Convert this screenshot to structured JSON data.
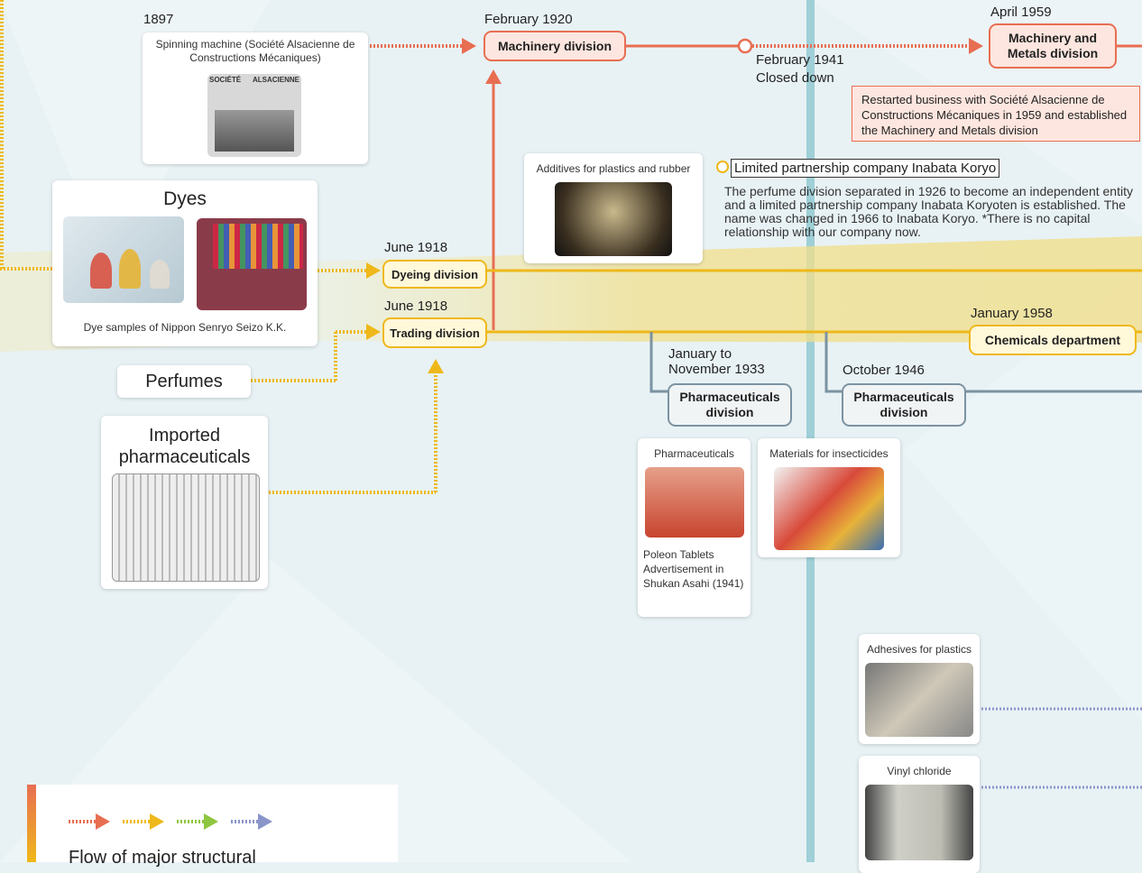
{
  "entries": {
    "spinning": {
      "year": "1897",
      "caption": "Spinning machine (Société Alsacienne de Constructions Mécaniques)",
      "logo_left": "SOCIÉTÉ",
      "logo_right": "ALSACIENNE"
    },
    "machinery_1920": {
      "date": "February 1920",
      "label": "Machinery division"
    },
    "closed_1941": {
      "date": "February 1941",
      "note": "Closed down"
    },
    "machinery_1959": {
      "date": "April 1959",
      "label": "Machinery and Metals division",
      "note": "Restarted business with Société Alsacienne de Constructions Mécaniques in 1959 and established the Machinery and Metals division"
    },
    "additives": {
      "caption": "Additives for plastics and rubber"
    },
    "koryo": {
      "title": "Limited partnership company Inabata Koryo",
      "text": "The perfume division separated in 1926 to become an independent entity and a limited partnership company Inabata Koryoten is established. The name was changed in 1966 to Inabata Koryo. *There is no capital relationship with our company now."
    },
    "dyes": {
      "title": "Dyes",
      "caption": "Dye samples of Nippon Senryo Seizo K.K."
    },
    "dyeing_1918": {
      "date": "June 1918",
      "label": "Dyeing division"
    },
    "trading_1918": {
      "date": "June 1918",
      "label": "Trading division"
    },
    "chemicals_1958": {
      "date": "January 1958",
      "label": "Chemicals department"
    },
    "perfumes": {
      "title": "Perfumes"
    },
    "imported": {
      "title": "Imported pharmaceuticals"
    },
    "pharma_1933": {
      "date": "January to November 1933",
      "label": "Pharmaceuticals division"
    },
    "pharma_1946": {
      "date": "October 1946",
      "label": "Pharmaceuticals division"
    },
    "pharmaceuticals": {
      "caption": "Pharmaceuticals",
      "sub": "Poleon Tablets Advertisement in Shukan Asahi (1941)"
    },
    "insecticides": {
      "caption": "Materials for insecticides"
    },
    "adhesives": {
      "caption": "Adhesives for plastics"
    },
    "vinyl": {
      "caption": "Vinyl chloride"
    }
  },
  "legend": {
    "text": "Flow of major structural"
  },
  "colors": {
    "machinery": "#e86e52",
    "chemicals": "#efb81a",
    "pharma": "#7c93a1",
    "legend": [
      "#e86e52",
      "#efb81a",
      "#8fc63f",
      "#8a95c9"
    ]
  }
}
